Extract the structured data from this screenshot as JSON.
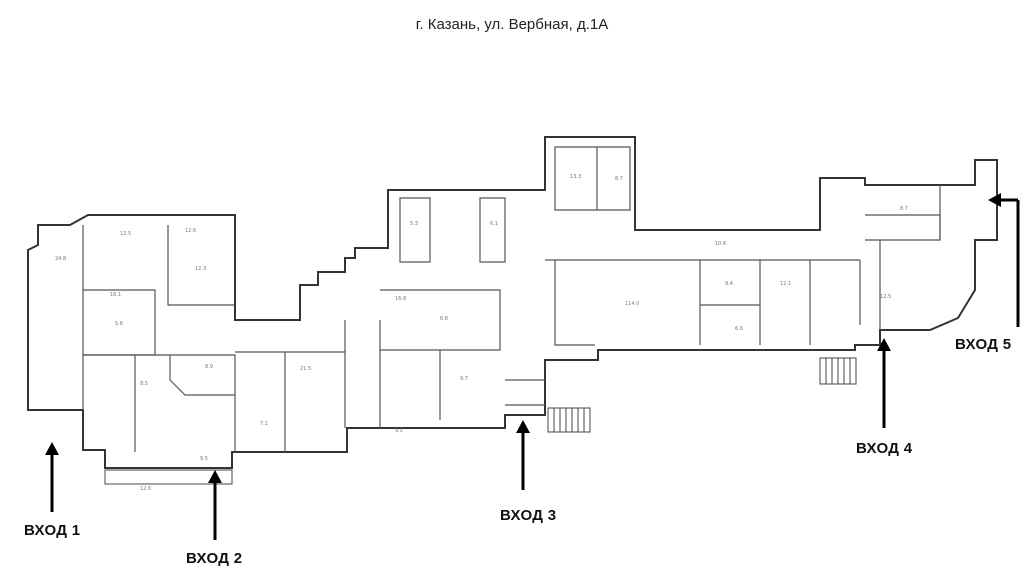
{
  "title": "г. Казань, ул. Вербная, д.1А",
  "entrances": [
    {
      "id": "1",
      "label": "ВХОД 1"
    },
    {
      "id": "2",
      "label": "ВХОД 2"
    },
    {
      "id": "3",
      "label": "ВХОД 3"
    },
    {
      "id": "4",
      "label": "ВХОД 4"
    },
    {
      "id": "5",
      "label": "ВХОД 5"
    }
  ],
  "colors": {
    "walls": "#333333",
    "text": "#111111",
    "background": "#ffffff"
  }
}
